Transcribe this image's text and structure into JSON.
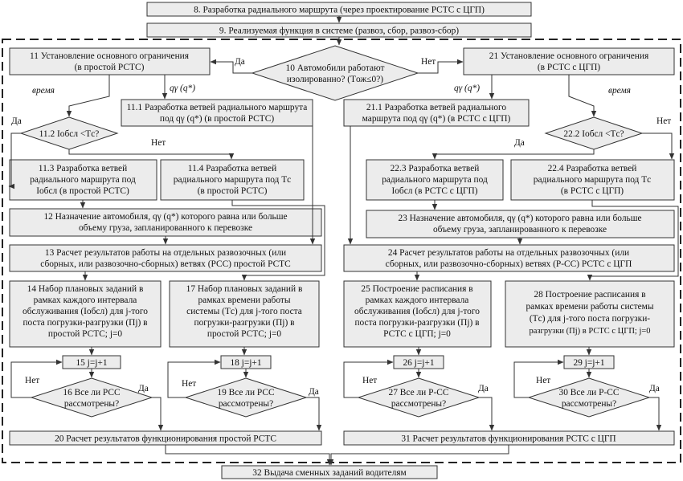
{
  "nodes": {
    "n8": [
      "8. Разработка радиального маршрута (через проектирование РСТС с ЦГП)"
    ],
    "n9": [
      "9. Реализуемая функция в системе (развоз, сбор, развоз-сбор)"
    ],
    "n10": [
      "10 Автомобили работают",
      "изолированно? (Tож≤0?)"
    ],
    "n11": [
      "11 Установление основного ограничения",
      "(в простой РСТС)"
    ],
    "n21": [
      "21 Установление основного ограничения",
      "(в РСТС с ЦГП)"
    ],
    "n11_1": [
      "11.1 Разработка ветвей радиального маршрута",
      "под qγ (q*) (в простой РСТС)"
    ],
    "n21_1": [
      "21.1 Разработка ветвей радиального",
      "маршрута под qγ (q*) (в РСТС с ЦГП)"
    ],
    "n11_2": [
      "11.2 Iобсл <Tс?"
    ],
    "n22_2": [
      "22.2 Iобсл <Tс?"
    ],
    "n11_3": [
      "11.3 Разработка ветвей",
      "радиального маршрута под",
      "Iобсл (в простой РСТС)"
    ],
    "n11_4": [
      "11.4 Разработка ветвей",
      "радиального маршрута под Tс",
      "(в простой РСТС)"
    ],
    "n22_3": [
      "22.3 Разработка ветвей",
      "радиального маршрута под",
      "Iобсл (в РСТС с ЦГП)"
    ],
    "n22_4": [
      "22.4 Разработка ветвей",
      "радиального маршрута под Tс",
      "(в РСТС с ЦГП)"
    ],
    "n12": [
      "12 Назначение автомобиля, qγ (q*) которого равна или больше",
      "объему груза, запланированного к перевозке"
    ],
    "n23": [
      "23 Назначение автомобиля, qγ (q*) которого равна или больше",
      "объему груза, запланированного к перевозке"
    ],
    "n13": [
      "13 Расчет результатов работы на отдельных развозочных (или",
      "сборных, или развозочно-сборных) ветвях (РСС) простой РСТС"
    ],
    "n24": [
      "24 Расчет результатов работы на отдельных развозочных (или",
      "сборных, или развозочно-сборных) ветвях (Р-СС) РСТС с ЦГП"
    ],
    "n14": [
      "14 Набор плановых заданий в",
      "рамках каждого интервала",
      "обслуживания (Iобсл) для j-того",
      "поста погрузки-разгрузки (Пj) в",
      "простой РСТС; j=0"
    ],
    "n17": [
      "17 Набор плановых заданий в",
      "рамках времени работы",
      "системы (Tс) для j-того поста",
      "погрузки-разгрузки (Пj) в",
      "простой РСТС; j=0"
    ],
    "n25": [
      "25 Построение расписания в",
      "рамках каждого интервала",
      "обслуживания (Iобсл) для j-того",
      "поста погрузки-разгрузки (Пj) в",
      "РСТС с ЦГП; j=0"
    ],
    "n28": [
      "28 Построение расписания в",
      "рамках времени работы системы",
      "(Tс) для j-того поста погрузки-",
      "разгрузки (Пj) в  РСТС с ЦГП; j=0"
    ],
    "n15": [
      "15 j=j+1"
    ],
    "n18": [
      "18  j=j+1"
    ],
    "n26": [
      "26  j=j+1"
    ],
    "n29": [
      "29  j=j+1"
    ],
    "n16": [
      "16 Все ли РСС",
      "рассмотрены?"
    ],
    "n19": [
      "19 Все ли РСС",
      "рассмотрены?"
    ],
    "n27": [
      "27 Все ли Р-СС",
      "рассмотрены?"
    ],
    "n30": [
      "30 Все ли Р-СС",
      "рассмотрены?"
    ],
    "n20": [
      "20 Расчет результатов функционирования простой РСТС"
    ],
    "n31": [
      "31 Расчет результатов функционирования РСТС с ЦГП"
    ],
    "n32": [
      "32 Выдача сменных заданий водителям"
    ]
  },
  "labels": {
    "yes": "Да",
    "no": "Нет",
    "time": "время",
    "q": "qγ (q*)"
  }
}
